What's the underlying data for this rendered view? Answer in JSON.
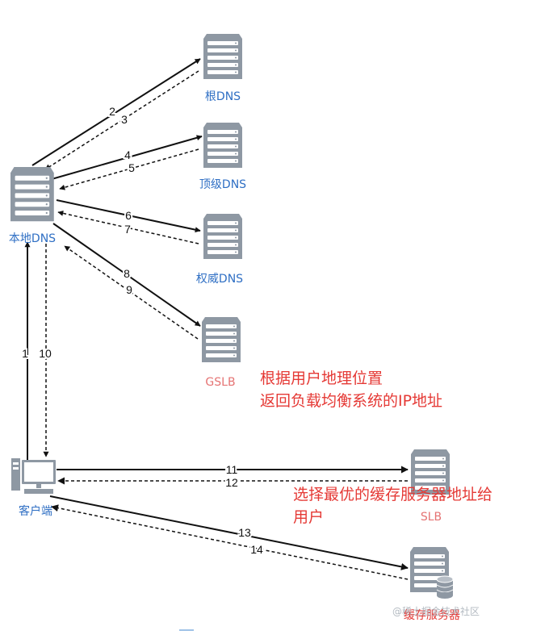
{
  "nodes": {
    "root_dns": "根DNS",
    "tld_dns": "顶级DNS",
    "local_dns": "本地DNS",
    "auth_dns": "权威DNS",
    "gslb": "GSLB",
    "client": "客户端",
    "slb": "SLB",
    "cache": "缓存服务器"
  },
  "steps": [
    "1",
    "2",
    "3",
    "4",
    "5",
    "6",
    "7",
    "8",
    "9",
    "10",
    "11",
    "12",
    "13",
    "14"
  ],
  "notes": {
    "gslb_line1": "根据用户地理位置",
    "gslb_line2": "返回负载均衡系统的IP地址",
    "slb_line1": "选择最优的缓存服务器地址给",
    "slb_line2": "用户"
  },
  "watermark": "@稀土掘金技术社区",
  "colors": {
    "node_label": "#2f6fc4",
    "note_red": "#e53935",
    "gslb_label": "#e57373",
    "server_body": "#8e98a3",
    "arrow": "#111111"
  }
}
